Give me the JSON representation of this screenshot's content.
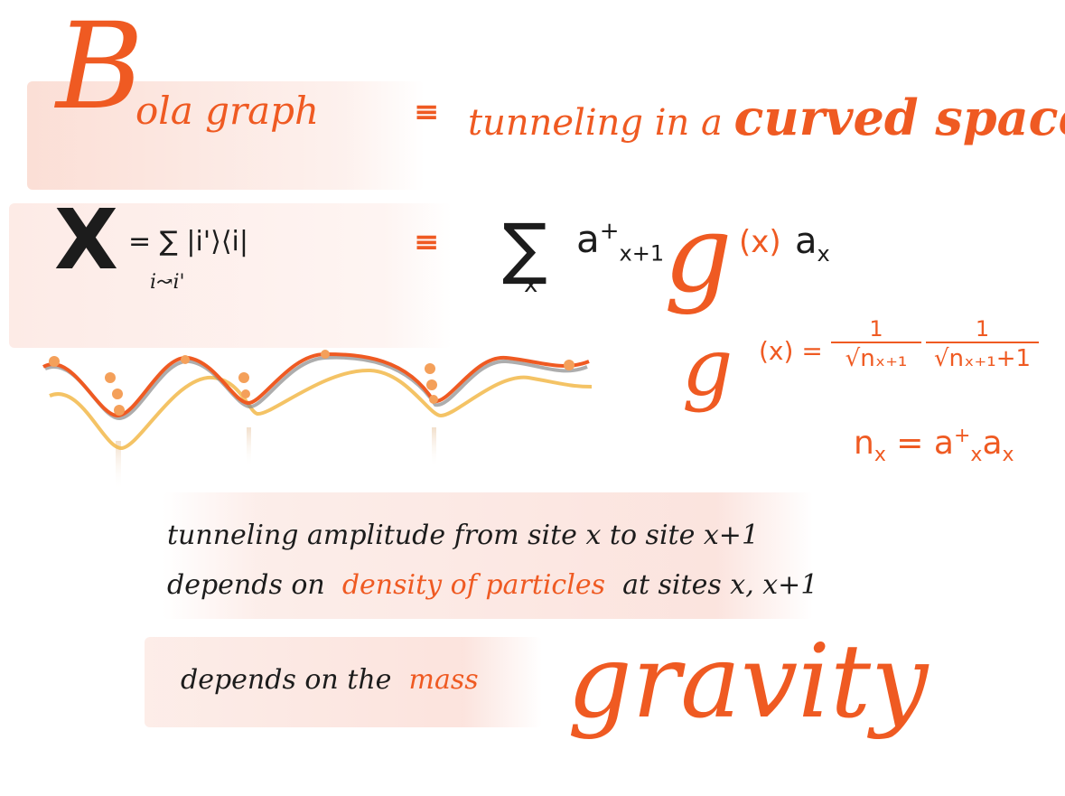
{
  "heading": {
    "initial": "B",
    "rest": "ola graph",
    "equiv_symbol": "≡",
    "tunneling_prefix": "tunneling in a",
    "curved_space": "curved space"
  },
  "equation": {
    "lhs_symbol": "X",
    "lhs_expression": "= ∑ |i'⟩⟨i|",
    "lhs_subscript": "i↝i'",
    "equiv_symbol": "≡",
    "sum_symbol": "∑",
    "sum_subscript": "x",
    "a_dagger": "a",
    "dagger": "+",
    "a_dagger_sub": "x+1",
    "g_symbol": "g",
    "g_argument": "(x)",
    "a_plain": "a",
    "a_plain_sub": "x"
  },
  "definitions": {
    "g_symbol": "g",
    "g_argument": "(x) =",
    "frac1_num": "1",
    "frac1_den": "√nₓ₊₁",
    "frac2_num": "1",
    "frac2_den": "√nₓ₊₁+1",
    "nx_lhs": "n",
    "nx_lhs_sub": "x",
    "nx_equals": " = ",
    "nx_a1": "a",
    "nx_a1_sup": "+",
    "nx_a1_sub": "x",
    "nx_a2": "a",
    "nx_a2_sub": "x"
  },
  "explanation": {
    "line1": "tunneling amplitude from site x to site x+1",
    "line2_prefix": "depends on",
    "line2_highlight": "density of particles",
    "line2_suffix": "at sites x, x+1",
    "line3_prefix": "depends on the",
    "line3_highlight": "mass",
    "gravity": "gravity"
  },
  "colors": {
    "accent": "#ef5a22",
    "ink": "#1c1c1c",
    "wave_yellow": "#f2b84a",
    "particle": "#f4a05a"
  }
}
